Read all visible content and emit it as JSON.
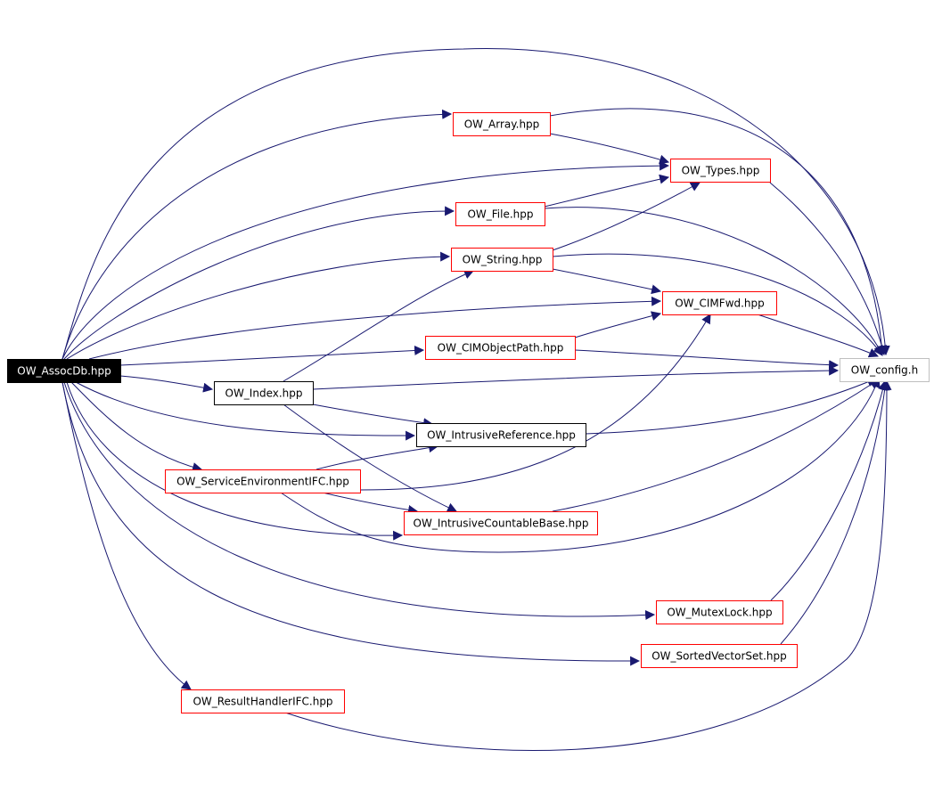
{
  "colors": {
    "edge": "#191970",
    "border_red": "#ff0000",
    "border_black": "#000000",
    "border_gray": "#bfbfbf",
    "root_fill": "#000000",
    "root_text": "#ffffff",
    "node_text": "#000000"
  },
  "nodes": [
    {
      "id": "assocdb",
      "label": "OW_AssocDb.hpp",
      "style": "root"
    },
    {
      "id": "array",
      "label": "OW_Array.hpp",
      "style": "red"
    },
    {
      "id": "types",
      "label": "OW_Types.hpp",
      "style": "red"
    },
    {
      "id": "file",
      "label": "OW_File.hpp",
      "style": "red"
    },
    {
      "id": "string",
      "label": "OW_String.hpp",
      "style": "red"
    },
    {
      "id": "cimfwd",
      "label": "OW_CIMFwd.hpp",
      "style": "red"
    },
    {
      "id": "cimobjectpath",
      "label": "OW_CIMObjectPath.hpp",
      "style": "red"
    },
    {
      "id": "config",
      "label": "OW_config.h",
      "style": "gray"
    },
    {
      "id": "index",
      "label": "OW_Index.hpp",
      "style": "black"
    },
    {
      "id": "intrusiveref",
      "label": "OW_IntrusiveReference.hpp",
      "style": "black"
    },
    {
      "id": "serviceenv",
      "label": "OW_ServiceEnvironmentIFC.hpp",
      "style": "red"
    },
    {
      "id": "intrusivecountable",
      "label": "OW_IntrusiveCountableBase.hpp",
      "style": "red"
    },
    {
      "id": "mutexlock",
      "label": "OW_MutexLock.hpp",
      "style": "red"
    },
    {
      "id": "sortedvectorset",
      "label": "OW_SortedVectorSet.hpp",
      "style": "red"
    },
    {
      "id": "resulthandler",
      "label": "OW_ResultHandlerIFC.hpp",
      "style": "red"
    }
  ],
  "edges": [
    {
      "from": "assocdb",
      "to": "array"
    },
    {
      "from": "assocdb",
      "to": "types"
    },
    {
      "from": "assocdb",
      "to": "file"
    },
    {
      "from": "assocdb",
      "to": "string"
    },
    {
      "from": "assocdb",
      "to": "cimfwd"
    },
    {
      "from": "assocdb",
      "to": "cimobjectpath"
    },
    {
      "from": "assocdb",
      "to": "config"
    },
    {
      "from": "assocdb",
      "to": "index"
    },
    {
      "from": "assocdb",
      "to": "intrusiveref"
    },
    {
      "from": "assocdb",
      "to": "serviceenv"
    },
    {
      "from": "assocdb",
      "to": "intrusivecountable"
    },
    {
      "from": "assocdb",
      "to": "mutexlock"
    },
    {
      "from": "assocdb",
      "to": "sortedvectorset"
    },
    {
      "from": "assocdb",
      "to": "resulthandler"
    },
    {
      "from": "array",
      "to": "types"
    },
    {
      "from": "array",
      "to": "config"
    },
    {
      "from": "types",
      "to": "config"
    },
    {
      "from": "file",
      "to": "types"
    },
    {
      "from": "file",
      "to": "config"
    },
    {
      "from": "string",
      "to": "types"
    },
    {
      "from": "string",
      "to": "cimfwd"
    },
    {
      "from": "string",
      "to": "config"
    },
    {
      "from": "cimfwd",
      "to": "config"
    },
    {
      "from": "cimobjectpath",
      "to": "cimfwd"
    },
    {
      "from": "cimobjectpath",
      "to": "config"
    },
    {
      "from": "index",
      "to": "string"
    },
    {
      "from": "index",
      "to": "config"
    },
    {
      "from": "index",
      "to": "intrusiveref"
    },
    {
      "from": "index",
      "to": "intrusivecountable"
    },
    {
      "from": "intrusiveref",
      "to": "config"
    },
    {
      "from": "serviceenv",
      "to": "intrusiveref"
    },
    {
      "from": "serviceenv",
      "to": "cimfwd"
    },
    {
      "from": "serviceenv",
      "to": "intrusivecountable"
    },
    {
      "from": "serviceenv",
      "to": "config"
    },
    {
      "from": "intrusivecountable",
      "to": "config"
    },
    {
      "from": "mutexlock",
      "to": "config"
    },
    {
      "from": "sortedvectorset",
      "to": "config"
    },
    {
      "from": "resulthandler",
      "to": "config"
    }
  ]
}
